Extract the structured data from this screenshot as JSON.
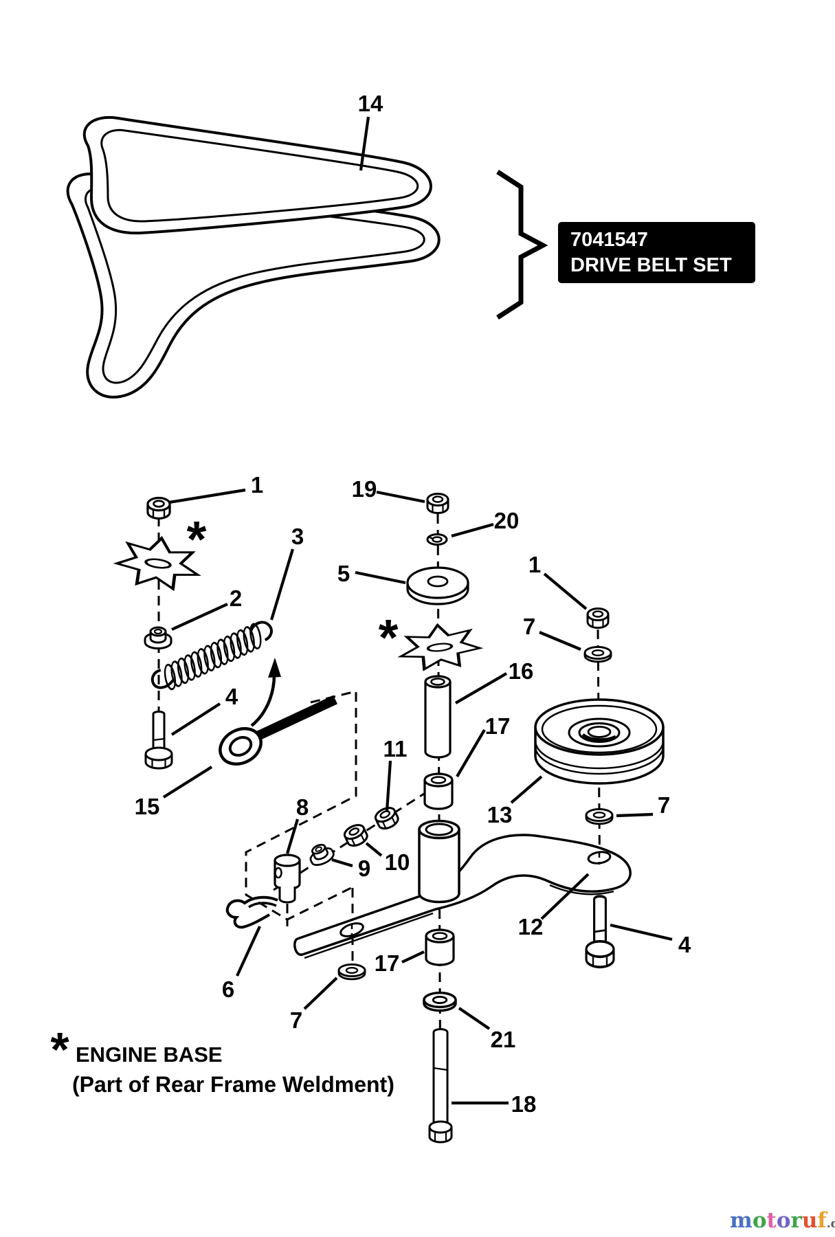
{
  "diagram": {
    "part_label_box": {
      "part_number": "7041547",
      "name": "DRIVE BELT SET",
      "bg": "#000000",
      "fg": "#ffffff"
    },
    "footnote": {
      "marker": "*",
      "line1": "ENGINE BASE",
      "line2": "(Part of Rear Frame Weldment)"
    },
    "asterisks": {
      "left": "*",
      "center": "*"
    },
    "callouts": {
      "belt14": "14",
      "nut1_left": "1",
      "nut2": "2",
      "spring3": "3",
      "bolt4_left": "4",
      "eyebolt15": "15",
      "nut19": "19",
      "lockwasher20": "20",
      "washer5": "5",
      "spacer16": "16",
      "spacer17_upper": "17",
      "nut11": "11",
      "trunnion8": "8",
      "nut9": "9",
      "nut10": "10",
      "cotter6": "6",
      "washer7_lower_left": "7",
      "spacer17_lower": "17",
      "washer21": "21",
      "bolt18": "18",
      "nut1_right": "1",
      "washer7_upper_right": "7",
      "pulley13": "13",
      "washer7_mid_right": "7",
      "arm12": "12",
      "bolt4_right": "4"
    }
  },
  "watermark": {
    "letters": [
      {
        "ch": "m",
        "color": "#4a6fc4"
      },
      {
        "ch": "o",
        "color": "#3fa34a"
      },
      {
        "ch": "t",
        "color": "#e05fa5"
      },
      {
        "ch": "o",
        "color": "#6f63c9"
      },
      {
        "ch": "r",
        "color": "#3fa34a"
      },
      {
        "ch": "u",
        "color": "#e2512e"
      },
      {
        "ch": "f",
        "color": "#eba02c"
      }
    ],
    "suffix": ".de",
    "suffix_color": "#555555"
  }
}
